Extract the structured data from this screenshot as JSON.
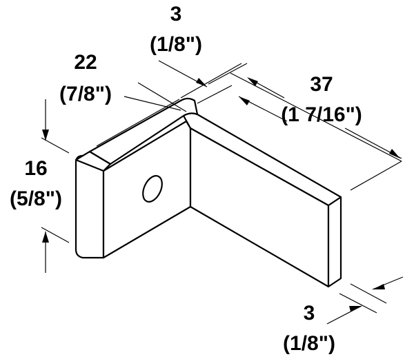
{
  "dimensions": {
    "thickness_top": {
      "value": "3",
      "imperial": "(1/8\")"
    },
    "width": {
      "value": "22",
      "imperial": "(7/8\")"
    },
    "length": {
      "value": "37",
      "imperial": "(1 7/16\")"
    },
    "height": {
      "value": "16",
      "imperial": "(5/8\")"
    },
    "thickness_bottom": {
      "value": "3",
      "imperial": "(1/8\")"
    }
  },
  "colors": {
    "stroke": "#000000",
    "fill": "#ffffff"
  }
}
